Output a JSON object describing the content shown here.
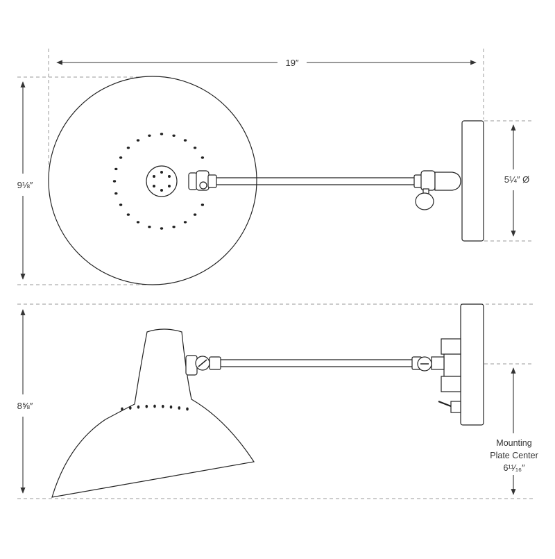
{
  "dimensions": {
    "overall_width": "19″",
    "top_height": "9⅛″",
    "plate_diameter": "5¼″ Ø",
    "side_height": "8⅝″",
    "mounting_line1": "Mounting",
    "mounting_line2": "Plate Center",
    "mounting_value": "6¹¹⁄₁₆″"
  },
  "colors": {
    "ink": "#222222",
    "guide": "#9a9a9a",
    "background": "#ffffff"
  }
}
